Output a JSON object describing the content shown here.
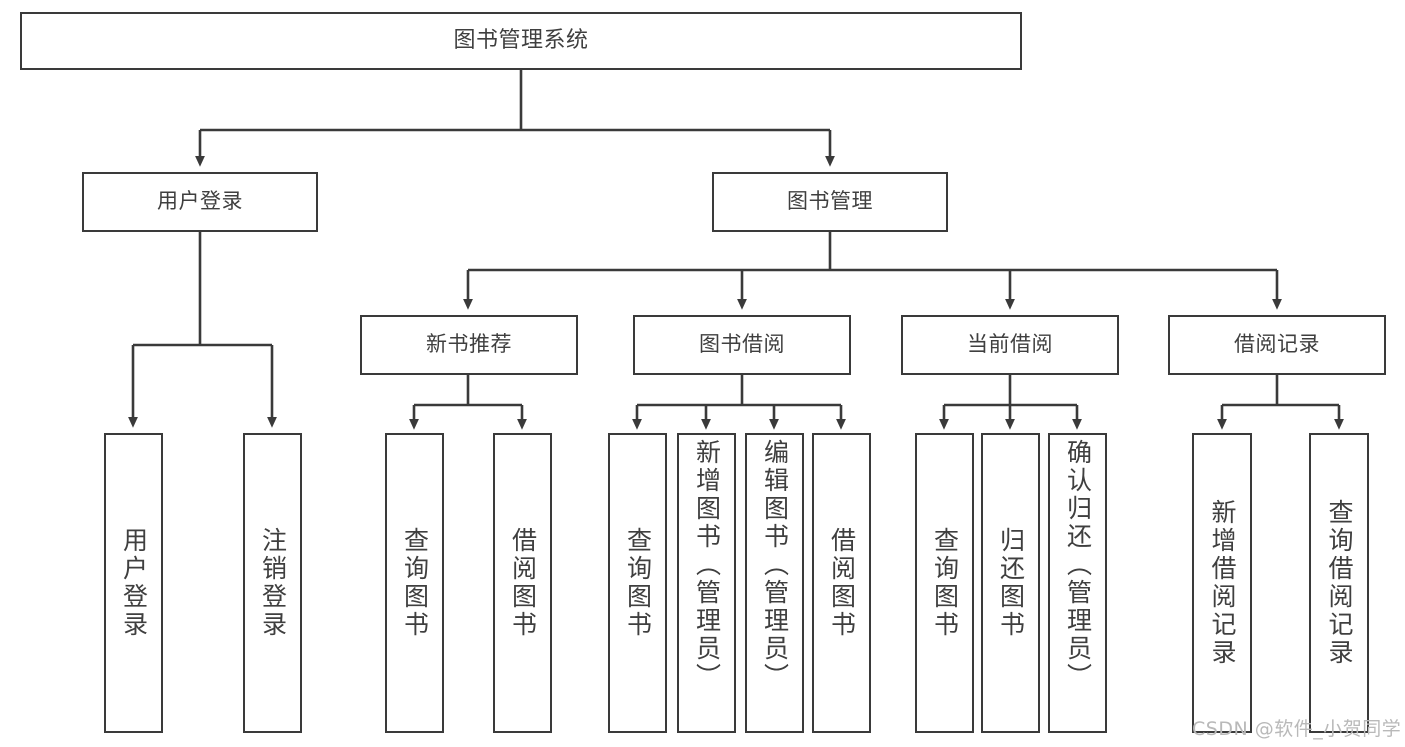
{
  "diagram": {
    "type": "tree-hierarchy-chart",
    "title_node": "图书管理系统",
    "line_color": "#3a3a3a",
    "box_fill": "#ffffff",
    "text_color": "#3f3f3f",
    "tiers": {
      "tier1": [
        "图书管理系统"
      ],
      "tier2": [
        "用户登录",
        "图书管理"
      ],
      "tier3": [
        "新书推荐",
        "图书借阅",
        "当前借阅",
        "借阅记录"
      ],
      "tier4": [
        "用户登录",
        "注销登录",
        "查询图书",
        "借阅图书",
        "查询图书",
        "新增图书（管理员）",
        "编辑图书（管理员）",
        "借阅图书",
        "查询图书",
        "归还图书",
        "确认归还（管理员）",
        "新增借阅记录",
        "查询借阅记录"
      ]
    },
    "nodes": {
      "root": {
        "label": "图书管理系统"
      },
      "user_login": {
        "label": "用户登录"
      },
      "book_manage": {
        "label": "图书管理"
      },
      "new_book_rec": {
        "label": "新书推荐"
      },
      "book_borrow": {
        "label": "图书借阅"
      },
      "current_borrow": {
        "label": "当前借阅"
      },
      "borrow_record": {
        "label": "借阅记录"
      },
      "leaf_user_login": {
        "label": "用户登录"
      },
      "leaf_logout": {
        "label": "注销登录"
      },
      "leaf_query_book_1": {
        "label": "查询图书"
      },
      "leaf_borrow_book_1": {
        "label": "借阅图书"
      },
      "leaf_query_book_2": {
        "label": "查询图书"
      },
      "leaf_add_book_admin": {
        "label": "新增图书（管理员）"
      },
      "leaf_edit_book_admin": {
        "label": "编辑图书（管理员）"
      },
      "leaf_borrow_book_2": {
        "label": "借阅图书"
      },
      "leaf_query_book_3": {
        "label": "查询图书"
      },
      "leaf_return_book": {
        "label": "归还图书"
      },
      "leaf_confirm_return_admin": {
        "label": "确认归还（管理员）"
      },
      "leaf_add_record": {
        "label": "新增借阅记录"
      },
      "leaf_query_record": {
        "label": "查询借阅记录"
      }
    },
    "edges": [
      {
        "from": "root",
        "to": "user_login"
      },
      {
        "from": "root",
        "to": "book_manage"
      },
      {
        "from": "user_login",
        "to": "leaf_user_login"
      },
      {
        "from": "user_login",
        "to": "leaf_logout"
      },
      {
        "from": "book_manage",
        "to": "new_book_rec"
      },
      {
        "from": "book_manage",
        "to": "book_borrow"
      },
      {
        "from": "book_manage",
        "to": "current_borrow"
      },
      {
        "from": "book_manage",
        "to": "borrow_record"
      },
      {
        "from": "new_book_rec",
        "to": "leaf_query_book_1"
      },
      {
        "from": "new_book_rec",
        "to": "leaf_borrow_book_1"
      },
      {
        "from": "book_borrow",
        "to": "leaf_query_book_2"
      },
      {
        "from": "book_borrow",
        "to": "leaf_add_book_admin"
      },
      {
        "from": "book_borrow",
        "to": "leaf_edit_book_admin"
      },
      {
        "from": "book_borrow",
        "to": "leaf_borrow_book_2"
      },
      {
        "from": "current_borrow",
        "to": "leaf_query_book_3"
      },
      {
        "from": "current_borrow",
        "to": "leaf_return_book"
      },
      {
        "from": "current_borrow",
        "to": "leaf_confirm_return_admin"
      },
      {
        "from": "borrow_record",
        "to": "leaf_add_record"
      },
      {
        "from": "borrow_record",
        "to": "leaf_query_record"
      }
    ]
  },
  "watermark": {
    "text": "CSDN @软件_小贺同学"
  }
}
